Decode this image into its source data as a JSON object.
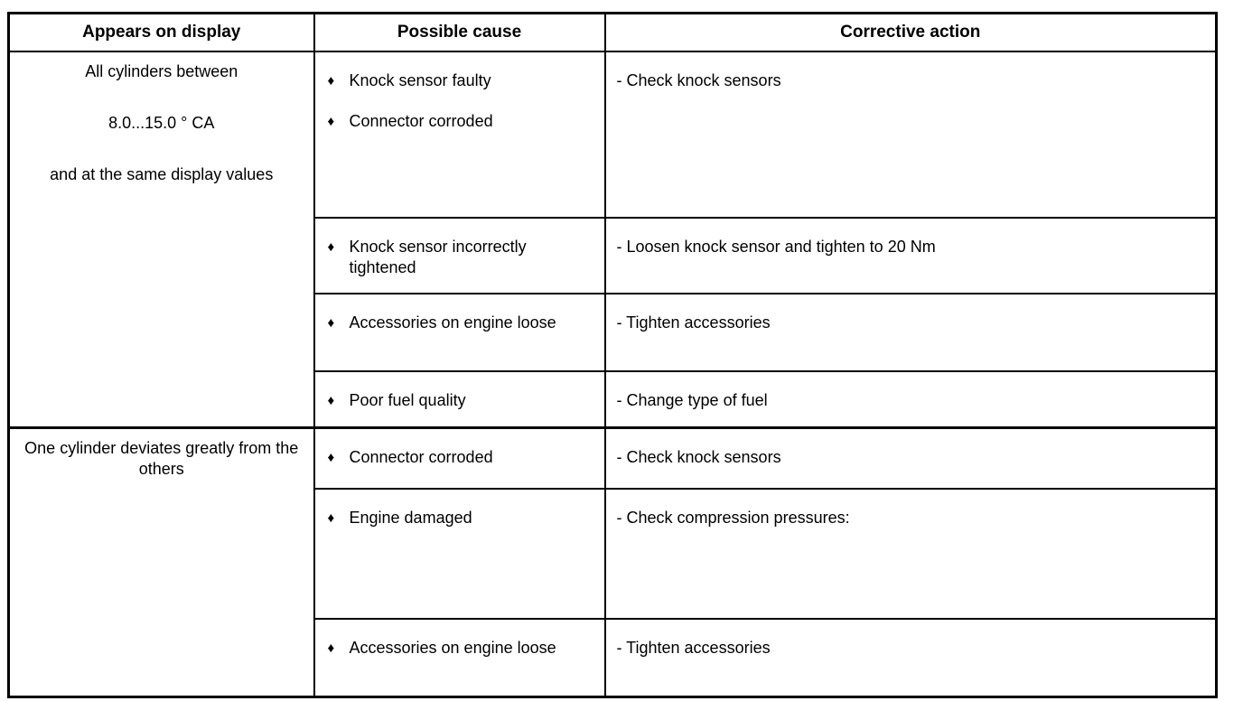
{
  "table": {
    "bullet": "♦",
    "headers": [
      "Appears on display",
      "Possible cause",
      "Corrective action"
    ],
    "sections": [
      {
        "display": {
          "line1": "All cylinders between",
          "line2": "8.0...15.0 ° CA",
          "line3": "and at the same display values"
        },
        "rows": [
          {
            "causes": [
              "Knock sensor faulty",
              "Connector corroded"
            ],
            "action": "- Check knock sensors"
          },
          {
            "causes": [
              "Knock sensor incorrectly tightened"
            ],
            "action": "- Loosen knock sensor and tighten to 20 Nm"
          },
          {
            "causes": [
              "Accessories on engine loose"
            ],
            "action": "- Tighten accessories"
          },
          {
            "causes": [
              "Poor fuel quality"
            ],
            "action": "- Change type of fuel"
          }
        ]
      },
      {
        "display": {
          "line1": "One cylinder deviates greatly from the others"
        },
        "rows": [
          {
            "causes": [
              "Connector corroded"
            ],
            "action": "- Check knock sensors"
          },
          {
            "causes": [
              "Engine damaged"
            ],
            "action": "- Check compression pressures:"
          },
          {
            "causes": [
              "Accessories on engine loose"
            ],
            "action": "- Tighten accessories"
          }
        ]
      }
    ]
  }
}
